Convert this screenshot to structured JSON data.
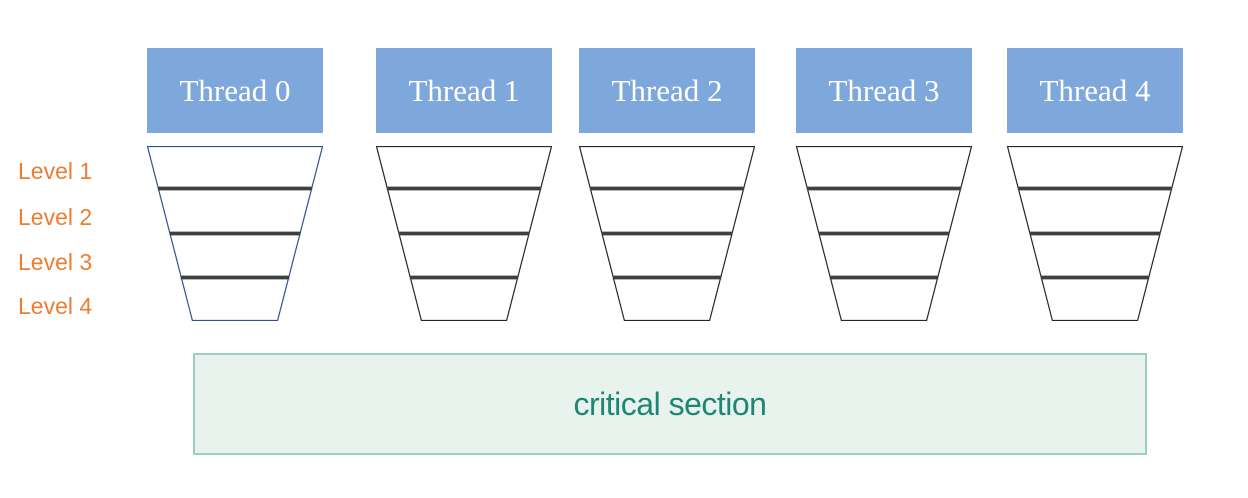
{
  "diagram": {
    "threads": [
      {
        "label": "Thread 0"
      },
      {
        "label": "Thread 1"
      },
      {
        "label": "Thread 2"
      },
      {
        "label": "Thread 3"
      },
      {
        "label": "Thread 4"
      }
    ],
    "levels": [
      {
        "label": "Level 1"
      },
      {
        "label": "Level 2"
      },
      {
        "label": "Level 3"
      },
      {
        "label": "Level 4"
      }
    ],
    "critical_section": {
      "label": "critical section"
    },
    "colors": {
      "thread_box_fill": "#7EA7DB",
      "thread_box_text": "#FFFFFF",
      "funnel_fill": "#FFFFFF",
      "funnel_outline": "#262626",
      "funnel_outline_thread0": "#2E5394",
      "funnel_divider": "#3F3F3F",
      "level_label": "#ED7D31",
      "critical_fill": "#E8F3EE",
      "critical_border": "#9BCFBE",
      "critical_text": "#1E8774"
    }
  }
}
